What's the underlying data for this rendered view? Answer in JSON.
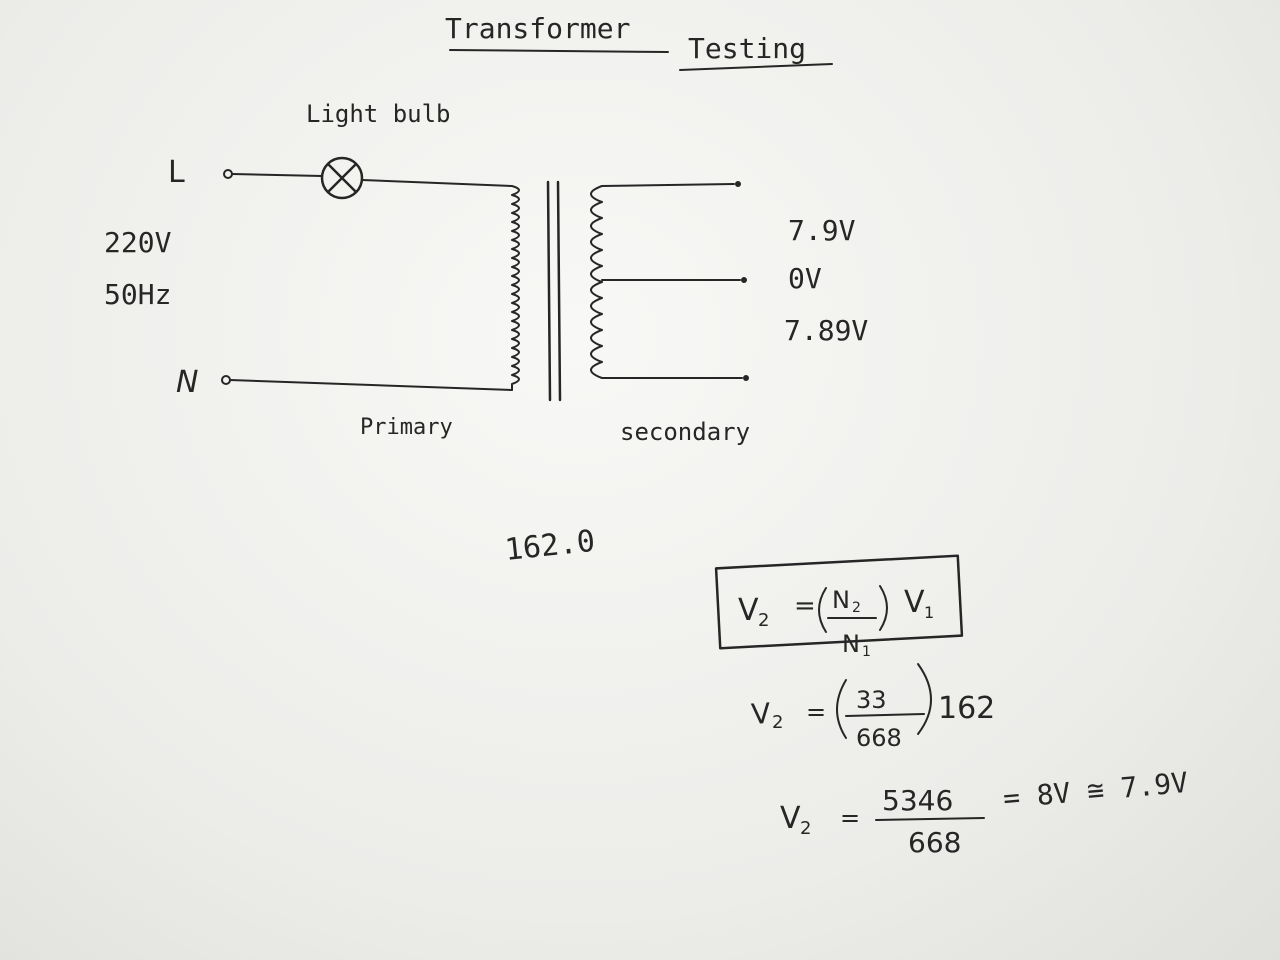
{
  "title": [
    "Transformer",
    "Testing"
  ],
  "labels": {
    "light_bulb": "Light bulb",
    "line": "L",
    "neutral": "N",
    "supply_voltage": "220V",
    "supply_freq": "50Hz",
    "primary": "Primary",
    "secondary": "secondary",
    "out_top": "7.9V",
    "out_mid": "0V",
    "out_bottom": "7.89V",
    "turns_reading": "162.0"
  },
  "formula": {
    "v2": "V",
    "v2_sub": "2",
    "equals": "=",
    "n2": "N",
    "n2_sub": "2",
    "n1": "N",
    "n1_sub": "1",
    "v1": "V",
    "v1_sub": "1"
  },
  "calc": {
    "line1_lhs": "V",
    "line1_sub": "2",
    "line1_num": "33",
    "line1_den": "668",
    "line1_mult": "162",
    "line2_lhs": "V",
    "line2_sub": "2",
    "line2_num": "5346",
    "line2_den": "668",
    "line2_result": "= 8V ≅ 7.9V"
  },
  "colors": {
    "ink": "#262626",
    "paper": "#efefed"
  }
}
